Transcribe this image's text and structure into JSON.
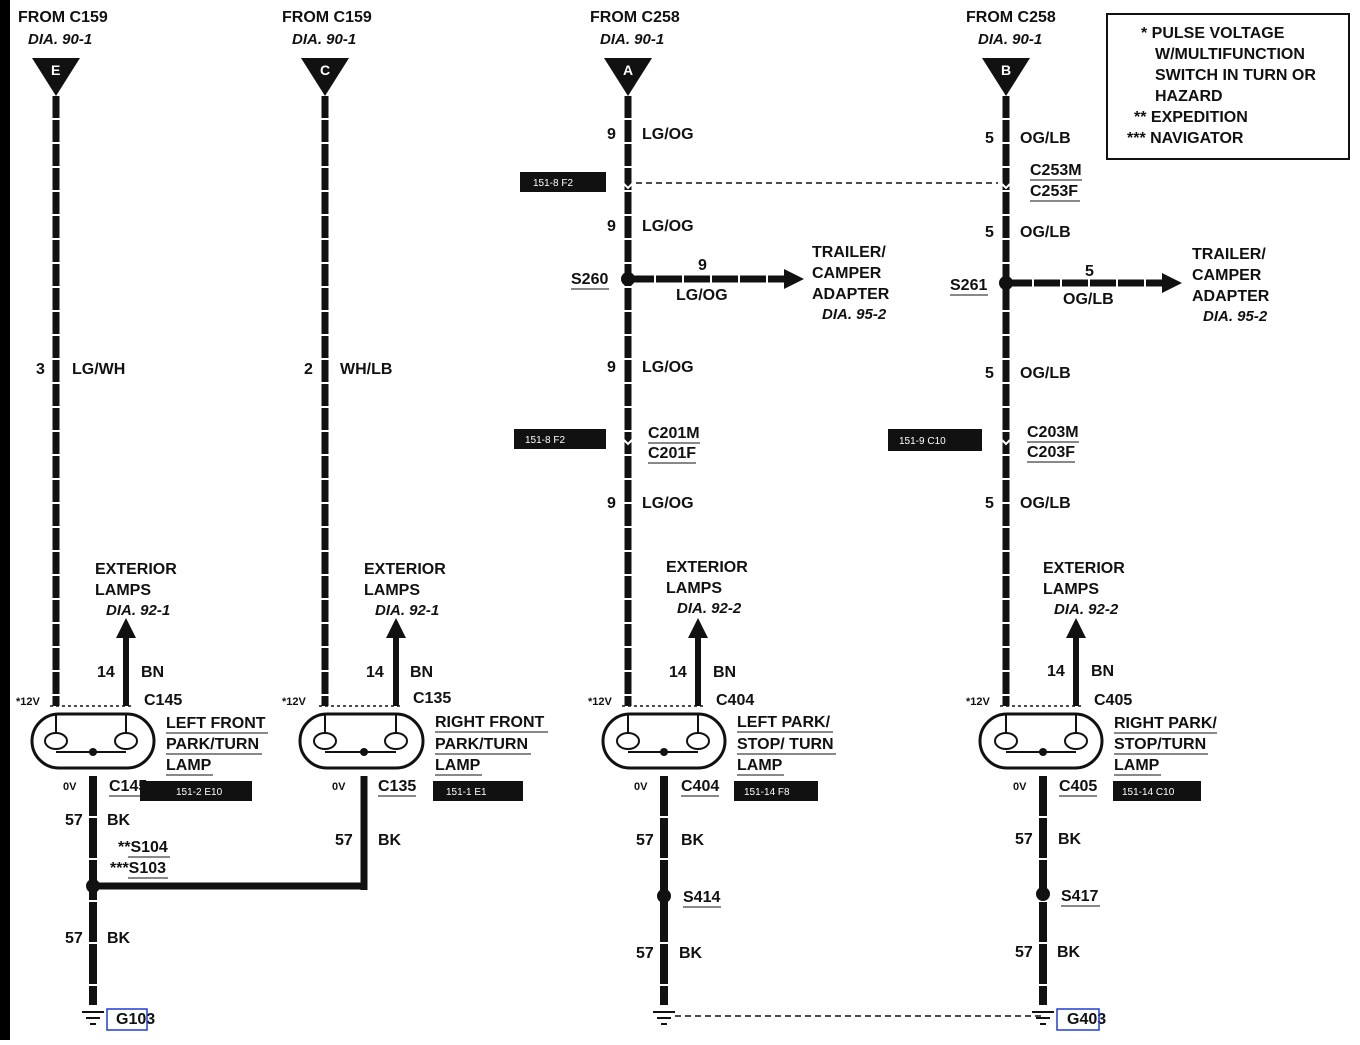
{
  "legend": {
    "lines": [
      "* PULSE VOLTAGE",
      "W/MULTIFUNCTION",
      "SWITCH IN TURN OR",
      "HAZARD",
      "** EXPEDITION",
      "*** NAVIGATOR"
    ]
  },
  "circuit_e": {
    "from": "FROM C159",
    "dia": "DIA. 90-1",
    "pin": "E",
    "wire_num": "3",
    "wire_color": "LG/WH",
    "ext_title1": "EXTERIOR",
    "ext_title2": "LAMPS",
    "ext_dia": "DIA. 92-1",
    "bn_num": "14",
    "bn": "BN",
    "conn_top": "C145",
    "volt_top": "*12V",
    "volt_bot": "0V",
    "lamp1": "LEFT FRONT",
    "lamp2": "PARK/TURN",
    "lamp3": "LAMP",
    "conn_bot": "C145",
    "ref": "151-2 E10",
    "gnd_num1": "57",
    "gnd_col1": "BK",
    "splice1": "**S104",
    "splice2": "***S103",
    "gnd_num2": "57",
    "gnd_col2": "BK",
    "ground": "G103"
  },
  "circuit_c": {
    "from": "FROM C159",
    "dia": "DIA. 90-1",
    "pin": "C",
    "wire_num": "2",
    "wire_color": "WH/LB",
    "ext_title1": "EXTERIOR",
    "ext_title2": "LAMPS",
    "ext_dia": "DIA. 92-1",
    "bn_num": "14",
    "bn": "BN",
    "conn_top": "C135",
    "volt_top": "*12V",
    "volt_bot": "0V",
    "lamp1": "RIGHT FRONT",
    "lamp2": "PARK/TURN",
    "lamp3": "LAMP",
    "conn_bot": "C135",
    "ref": "151-1 E1",
    "gnd_num": "57",
    "gnd_col": "BK"
  },
  "circuit_a": {
    "from": "FROM C258",
    "dia": "DIA. 90-1",
    "pin": "A",
    "w1_num": "9",
    "w1_col": "LG/OG",
    "ref1": "151-8 F2",
    "w2_num": "9",
    "w2_col": "LG/OG",
    "splice": "S260",
    "br_num": "9",
    "br_col": "LG/OG",
    "trailer1": "TRAILER/",
    "trailer2": "CAMPER",
    "trailer3": "ADAPTER",
    "trailer_dia": "DIA. 95-2",
    "w3_num": "9",
    "w3_col": "LG/OG",
    "ref2": "151-8 F2",
    "conn_m": "C201M",
    "conn_f": "C201F",
    "w4_num": "9",
    "w4_col": "LG/OG",
    "ext_title1": "EXTERIOR",
    "ext_title2": "LAMPS",
    "ext_dia": "DIA. 92-2",
    "bn_num": "14",
    "bn": "BN",
    "conn_top": "C404",
    "volt_top": "*12V",
    "volt_bot": "0V",
    "lamp1": "LEFT PARK/",
    "lamp2": "STOP/ TURN",
    "lamp3": "LAMP",
    "conn_bot": "C404",
    "ref3": "151-14 F8",
    "g1_num": "57",
    "g1_col": "BK",
    "splice2": "S414",
    "g2_num": "57",
    "g2_col": "BK"
  },
  "circuit_b": {
    "from": "FROM C258",
    "dia": "DIA. 90-1",
    "pin": "B",
    "w1_num": "5",
    "w1_col": "OG/LB",
    "conn_m1": "C253M",
    "conn_f1": "C253F",
    "w2_num": "5",
    "w2_col": "OG/LB",
    "splice": "S261",
    "br_num": "5",
    "br_col": "OG/LB",
    "trailer1": "TRAILER/",
    "trailer2": "CAMPER",
    "trailer3": "ADAPTER",
    "trailer_dia": "DIA. 95-2",
    "w3_num": "5",
    "w3_col": "OG/LB",
    "ref2": "151-9 C10",
    "conn_m": "C203M",
    "conn_f": "C203F",
    "w4_num": "5",
    "w4_col": "OG/LB",
    "ext_title1": "EXTERIOR",
    "ext_title2": "LAMPS",
    "ext_dia": "DIA. 92-2",
    "bn_num": "14",
    "bn": "BN",
    "conn_top": "C405",
    "volt_top": "*12V",
    "volt_bot": "0V",
    "lamp1": "RIGHT PARK/",
    "lamp2": "STOP/TURN",
    "lamp3": "LAMP",
    "conn_bot": "C405",
    "ref3": "151-14 C10",
    "g1_num": "57",
    "g1_col": "BK",
    "splice2": "S417",
    "g2_num": "57",
    "g2_col": "BK",
    "ground": "G403"
  }
}
